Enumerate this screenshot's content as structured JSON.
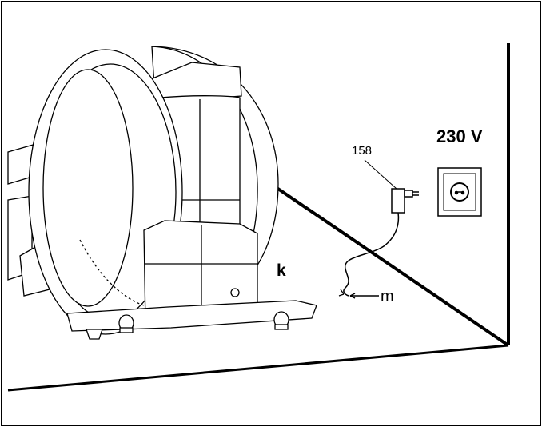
{
  "labels": {
    "voltage": "230 V",
    "part_number": "158",
    "machine_letter": "k",
    "cable_end_letter": "m"
  },
  "colors": {
    "line": "#000000",
    "background": "#ffffff",
    "shade": "#d9d9d9"
  }
}
